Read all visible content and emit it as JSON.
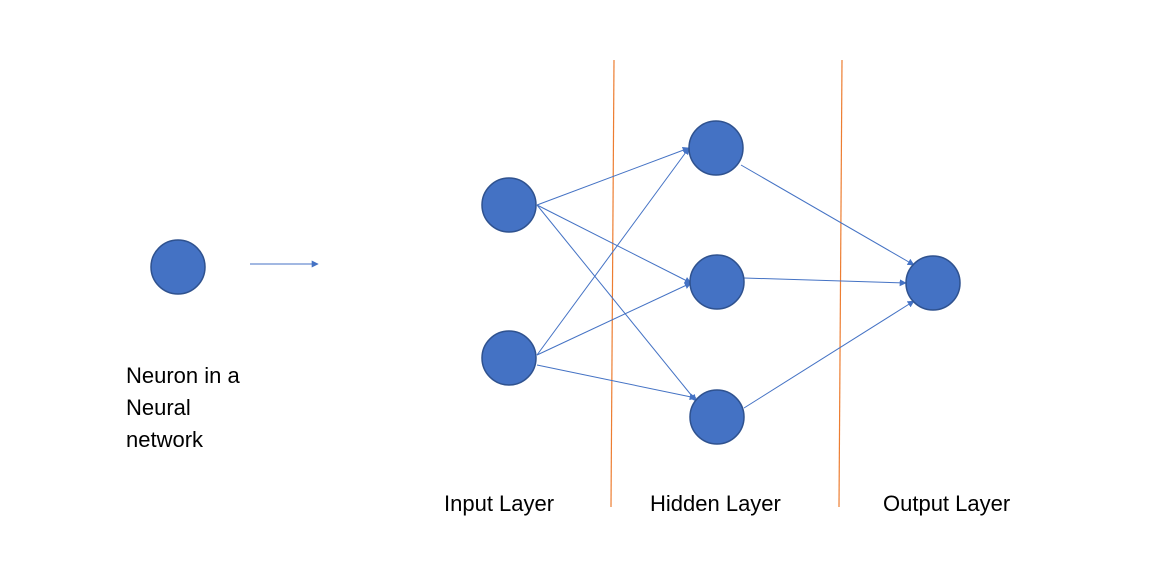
{
  "neuron_caption_lines": [
    "Neuron in a",
    "Neural",
    "network"
  ],
  "layers": {
    "input": "Input Layer",
    "hidden": "Hidden Layer",
    "output": "Output Layer"
  },
  "colors": {
    "node_fill": "#4472c4",
    "node_stroke": "#2f528f",
    "arrow": "#4472c4",
    "divider": "#ed7d31"
  }
}
